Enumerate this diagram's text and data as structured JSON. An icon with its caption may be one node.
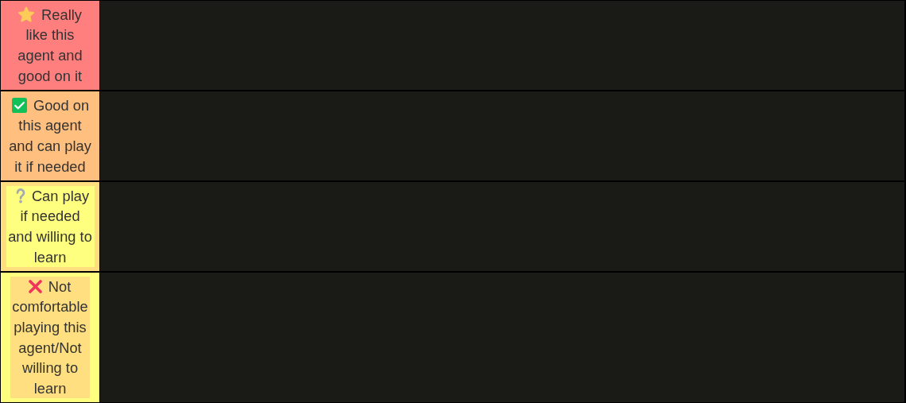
{
  "diagram": {
    "nodes": [
      {
        "text": [
          "Really like this agent and good on it"
        ]
      },
      {
        "text": [
          "Good on this agent and can play it if needed"
        ]
      },
      {
        "text": [
          "Can play if needed and willing to learn"
        ]
      },
      {
        "text": [
          "Not comfortable playing this agent/Not willing to learn"
        ]
      }
    ]
  }
}
